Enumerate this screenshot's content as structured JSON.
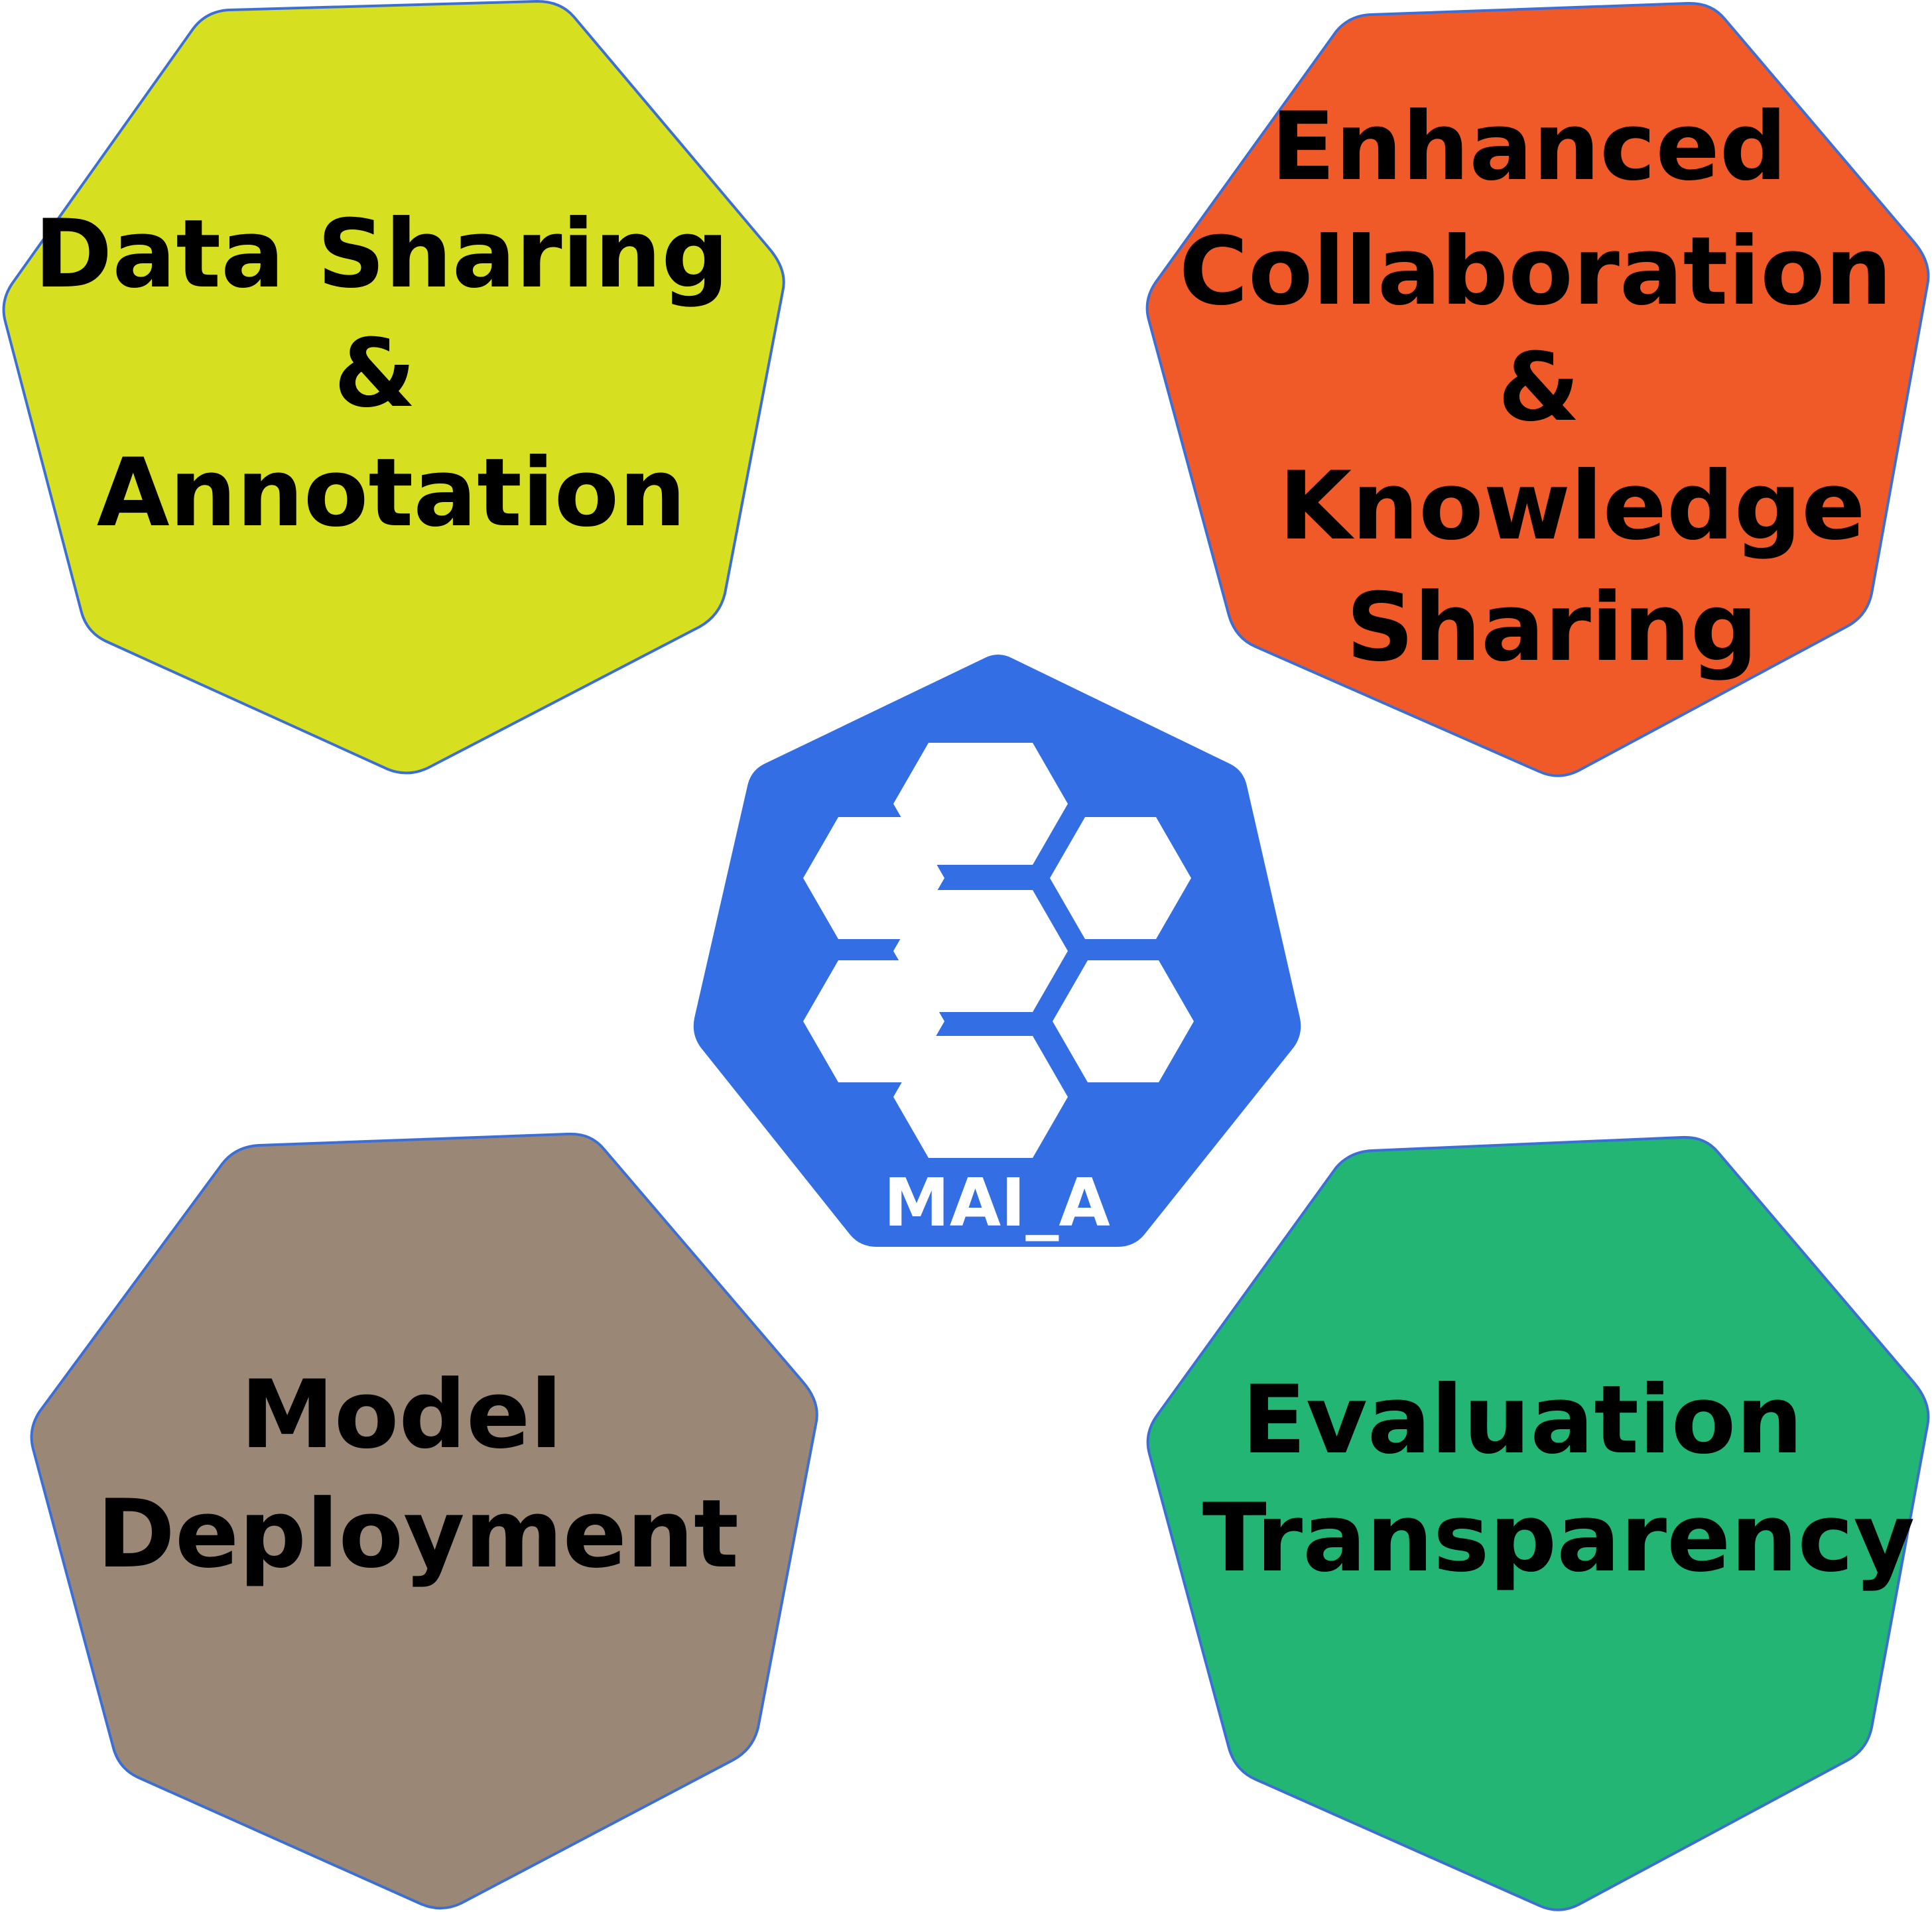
{
  "logo": {
    "name": "MAI_A",
    "color": "#336ee5",
    "cell_color": "#ffffff"
  },
  "nodes": [
    {
      "id": "data-sharing",
      "lines": [
        "Data Sharing",
        "&",
        "Annotation"
      ],
      "color": "#d7e020"
    },
    {
      "id": "collaboration",
      "lines": [
        "Enhanced",
        "Collaboration",
        "&",
        "Knowledge",
        "Sharing"
      ],
      "color": "#f05a28"
    },
    {
      "id": "deployment",
      "lines": [
        "Model",
        "Deployment"
      ],
      "color": "#9a8776"
    },
    {
      "id": "evaluation",
      "lines": [
        "Evaluation",
        "Transparency"
      ],
      "color": "#23b574"
    }
  ],
  "outline_color": "#3c6fd6"
}
